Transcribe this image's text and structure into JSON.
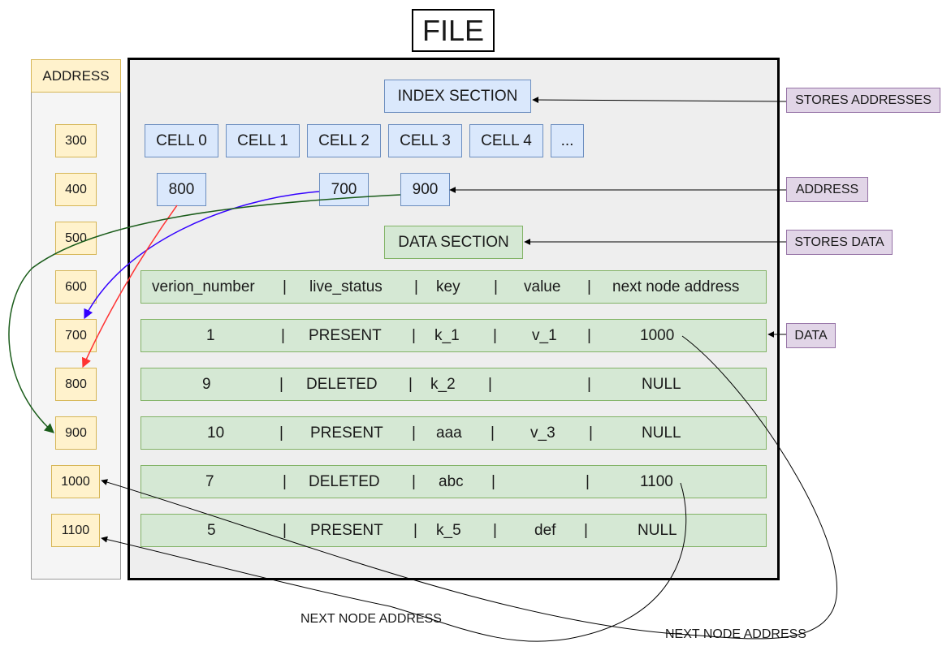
{
  "title": "FILE",
  "address_column": {
    "header": "ADDRESS",
    "cells": [
      "300",
      "400",
      "500",
      "600",
      "700",
      "800",
      "900",
      "1000",
      "1100"
    ]
  },
  "index_section": {
    "label": "INDEX SECTION",
    "cells": [
      "CELL 0",
      "CELL 1",
      "CELL 2",
      "CELL 3",
      "CELL 4",
      "..."
    ],
    "pointers": [
      "800",
      "700",
      "900"
    ]
  },
  "data_section": {
    "label": "DATA SECTION",
    "header": [
      "verion_number",
      "|",
      "live_status",
      "|",
      "key",
      "|",
      "value",
      "|",
      "next node address"
    ],
    "rows": [
      [
        "1",
        "|",
        "PRESENT",
        "|",
        "k_1",
        "|",
        "v_1",
        "|",
        "1000"
      ],
      [
        "9",
        "|",
        "DELETED",
        "|",
        "k_2",
        "|",
        "",
        "|",
        "NULL"
      ],
      [
        "10",
        "|",
        "PRESENT",
        "|",
        "aaa",
        "|",
        "v_3",
        "|",
        "NULL"
      ],
      [
        "7",
        "|",
        "DELETED",
        "|",
        "abc",
        "|",
        "",
        "|",
        "1100"
      ],
      [
        "5",
        "|",
        "PRESENT",
        "|",
        "k_5",
        "|",
        "def",
        "|",
        "NULL"
      ]
    ]
  },
  "annotations": {
    "stores_addresses": "STORES ADDRESSES",
    "address": "ADDRESS",
    "stores_data": "STORES DATA",
    "data": "DATA",
    "next_node_address_1": "NEXT NODE ADDRESS",
    "next_node_address_2": "NEXT NODE ADDRESS"
  },
  "colors": {
    "pointer_700": "#3300ff",
    "pointer_800": "#ff3333",
    "pointer_900": "#1a5c1a",
    "yellow_fill": "#fff2cc",
    "blue_fill": "#dae8fc",
    "green_fill": "#d5e8d4",
    "purple_fill": "#e1d5e7"
  }
}
